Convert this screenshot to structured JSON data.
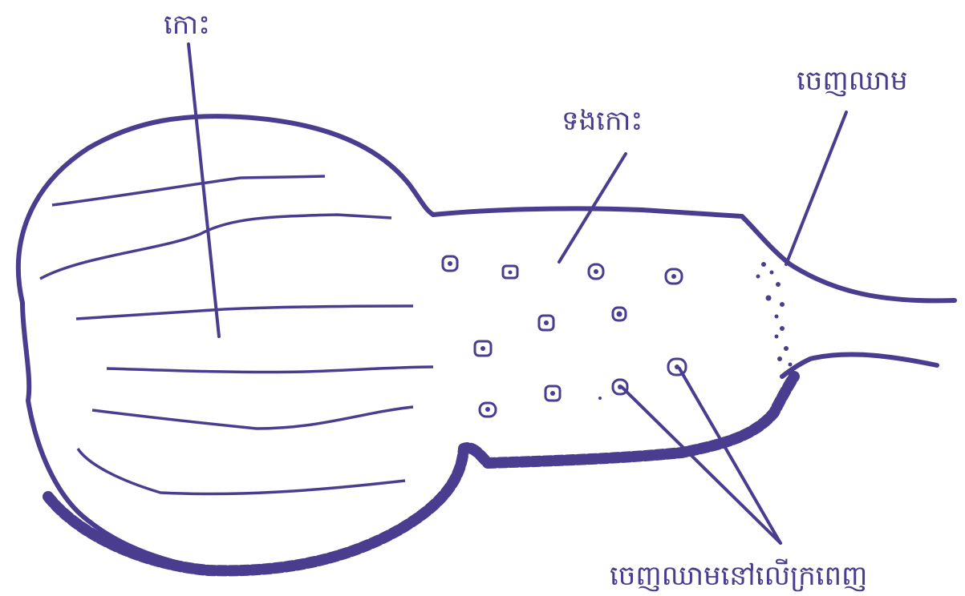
{
  "labels": {
    "island": "កោះ",
    "island_neck": "ទងកោះ",
    "exit": "ចេញឈាម",
    "exit_on_surface": "ចេញឈាមនៅលើក្រពេញ"
  },
  "colors": {
    "ink": "#4a3d8f",
    "background": "#ffffff"
  }
}
